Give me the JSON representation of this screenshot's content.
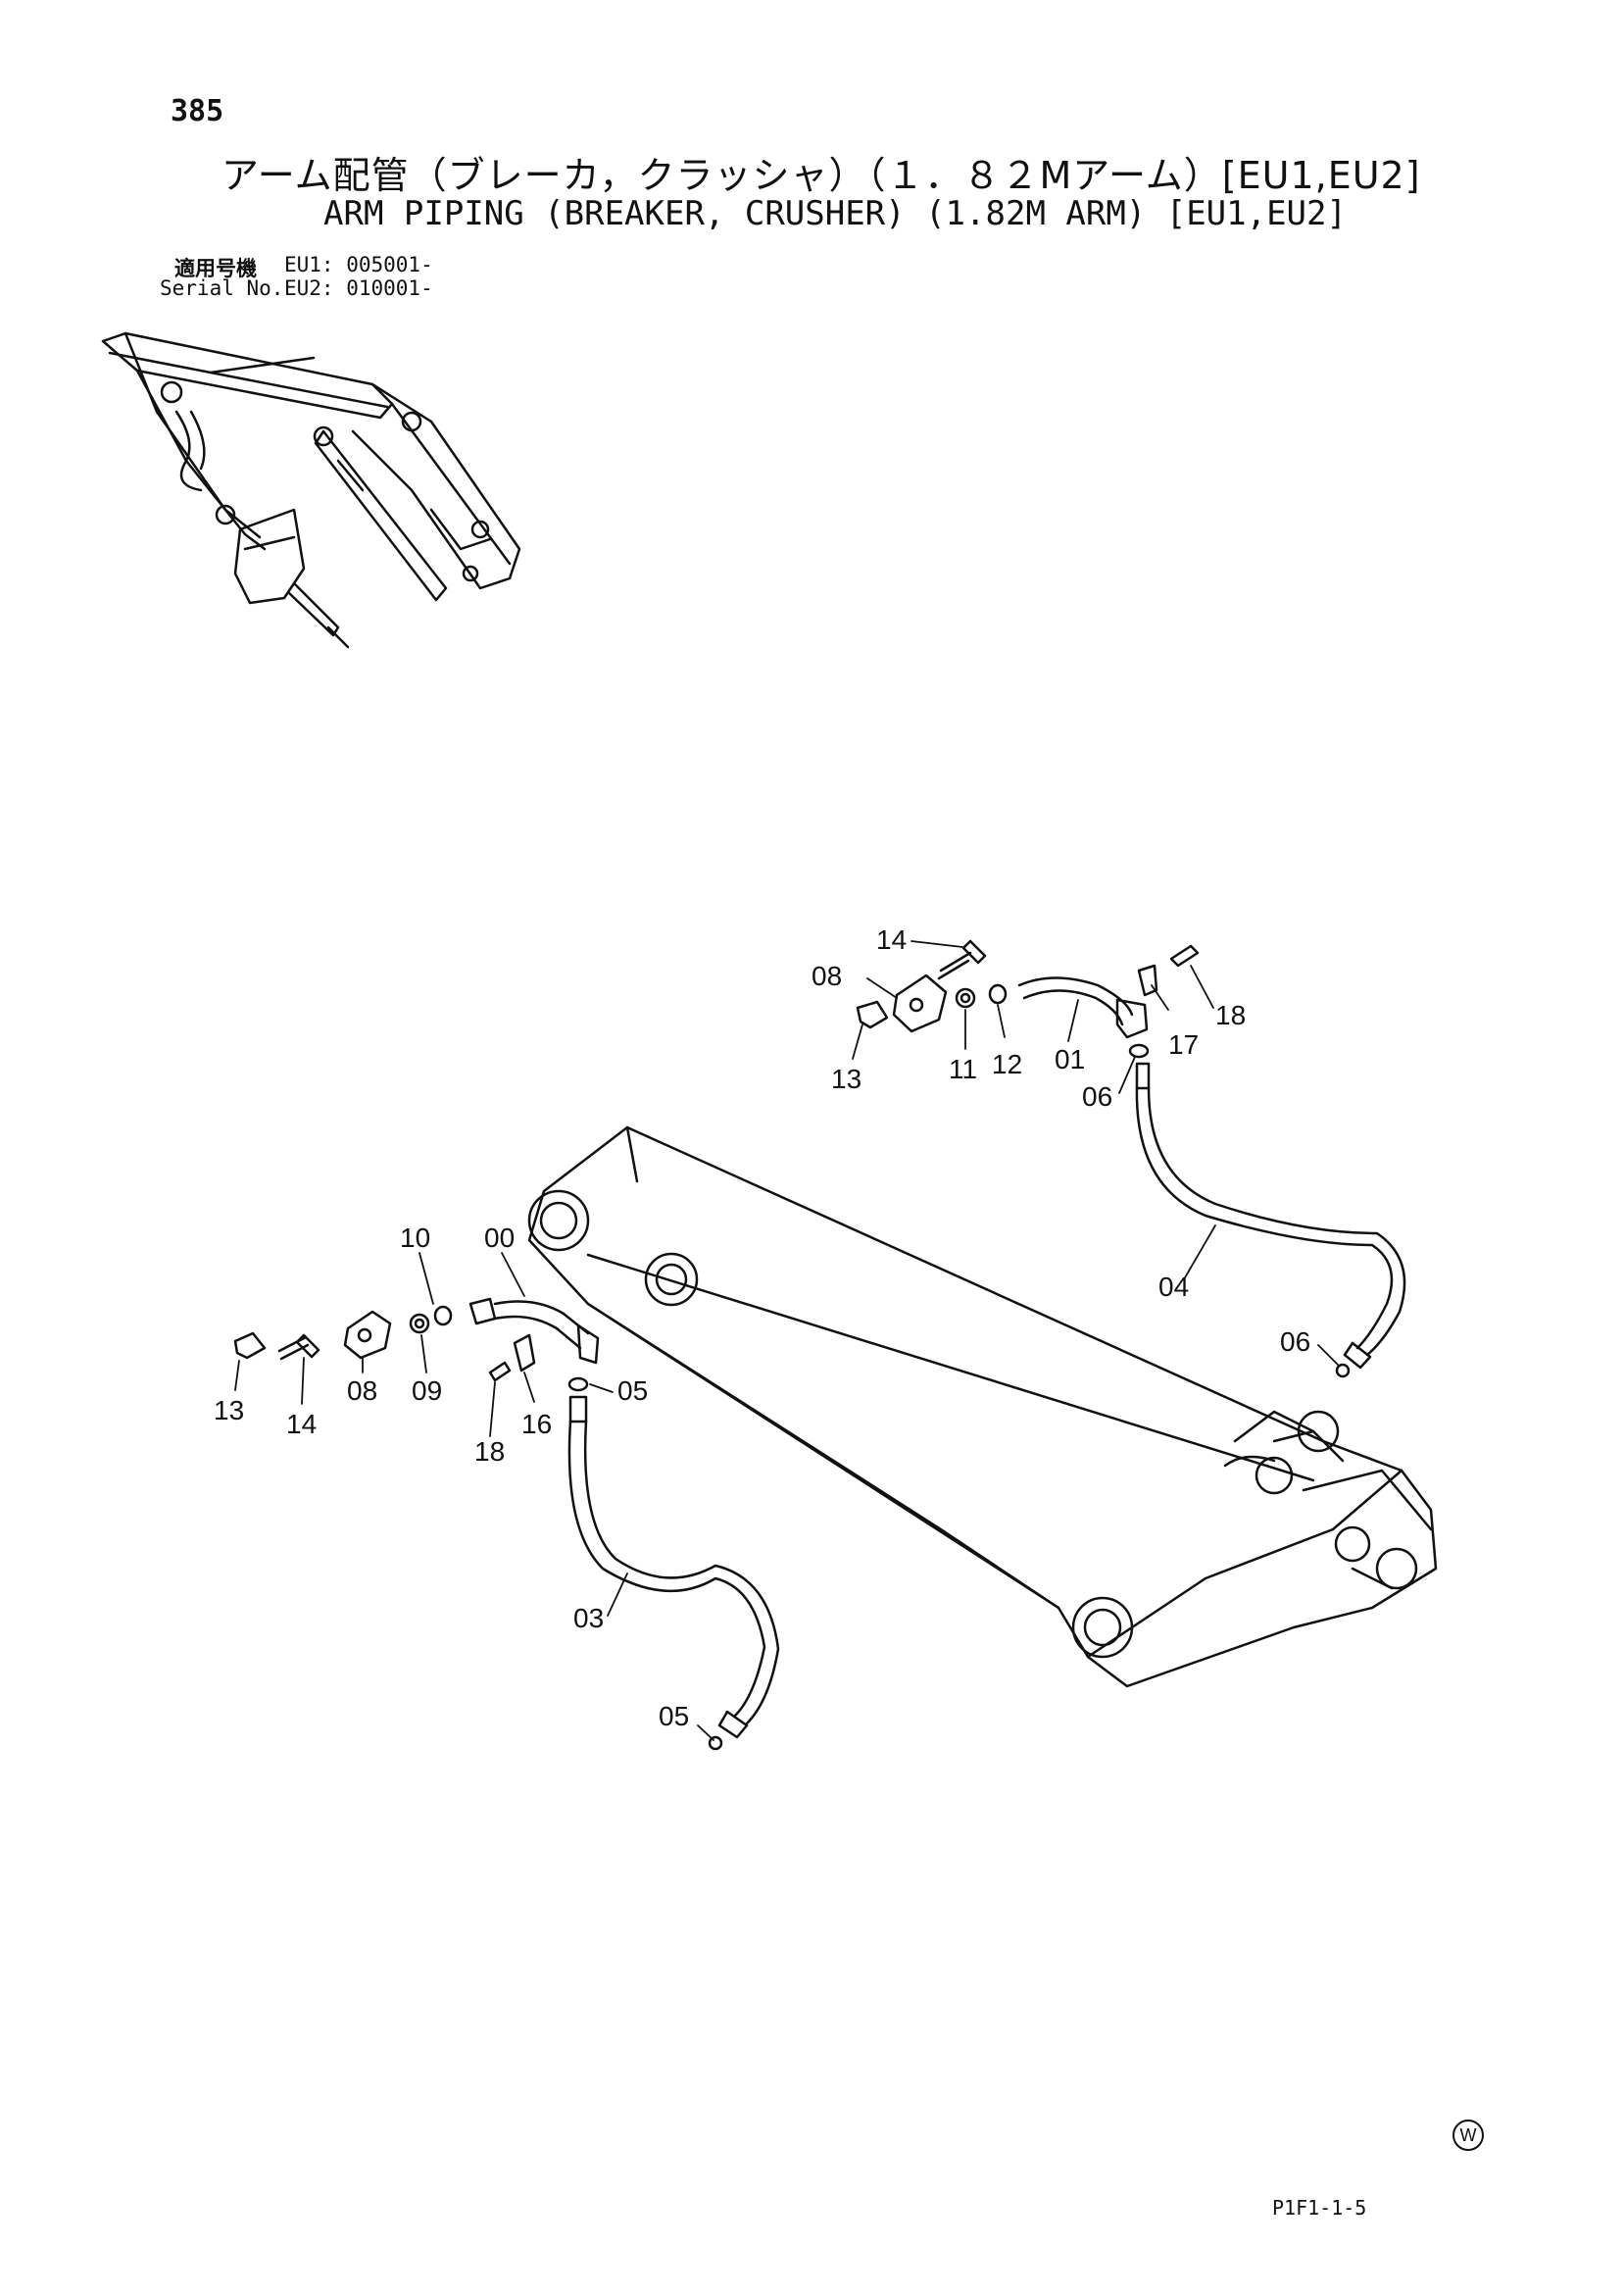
{
  "page": {
    "number": "385",
    "title_jp": "アーム配管（ブレーカ，クラッシャ）（１．８２Mアーム）[EU1,EU2]",
    "title_en": "ARM PIPING (BREAKER, CRUSHER) (1.82M ARM) [EU1,EU2]",
    "serial_label_jp": "適用号機",
    "serial_label_en": "Serial No.",
    "serial_eu1": "EU1: 005001-",
    "serial_eu2": "EU2: 010001-",
    "footer_code": "P1F1-1-5",
    "mark": "W"
  },
  "callouts": {
    "c14a": "14",
    "c08a": "08",
    "c13a": "13",
    "c11a": "11",
    "c12a": "12",
    "c01": "01",
    "c17": "17",
    "c18a": "18",
    "c06a": "06",
    "c04": "04",
    "c06b": "06",
    "c10": "10",
    "c00": "00",
    "c13b": "13",
    "c14b": "14",
    "c08b": "08",
    "c09": "09",
    "c18b": "18",
    "c16": "16",
    "c05a": "05",
    "c03": "03",
    "c05b": "05"
  }
}
